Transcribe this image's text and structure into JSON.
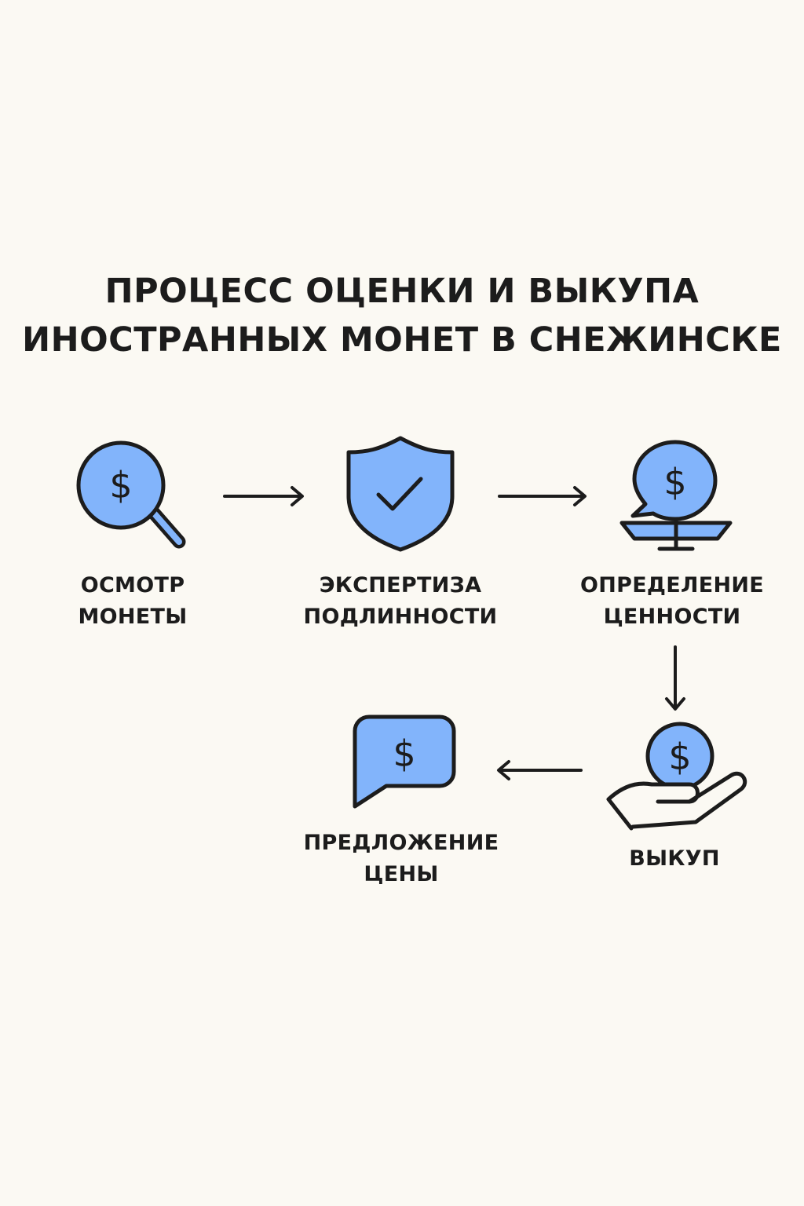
{
  "title": {
    "line1": "ПРОЦЕСС ОЦЕНКИ И ВЫКУПА",
    "line2": "ИНОСТРАННЫХ МОНЕТ В СНЕЖИНСКЕ"
  },
  "colors": {
    "background": "#fbf9f3",
    "icon_fill": "#82b4fb",
    "stroke": "#1c1c1c"
  },
  "steps": [
    {
      "icon": "magnifier-dollar-icon",
      "line1": "ОСМОТР",
      "line2": "МОНЕТЫ",
      "symbol": "$"
    },
    {
      "icon": "shield-check-icon",
      "line1": "ЭКСПЕРТИЗА",
      "line2": "ПОДЛИННОСТИ"
    },
    {
      "icon": "scale-dollar-icon",
      "line1": "ОПРЕДЕЛЕНИЕ",
      "line2": "ЦЕННОСТИ",
      "symbol": "$"
    },
    {
      "icon": "hand-coin-icon",
      "line1": "ВЫКУП",
      "symbol": "$"
    },
    {
      "icon": "speech-bubble-dollar-icon",
      "line1": "ПРЕДЛОЖЕНИЕ",
      "line2": "ЦЕНЫ",
      "symbol": "$"
    }
  ],
  "arrows": [
    {
      "from": 1,
      "to": 2,
      "direction": "right"
    },
    {
      "from": 2,
      "to": 3,
      "direction": "right"
    },
    {
      "from": 3,
      "to": 4,
      "direction": "down"
    },
    {
      "from": 4,
      "to": 5,
      "direction": "left"
    }
  ]
}
